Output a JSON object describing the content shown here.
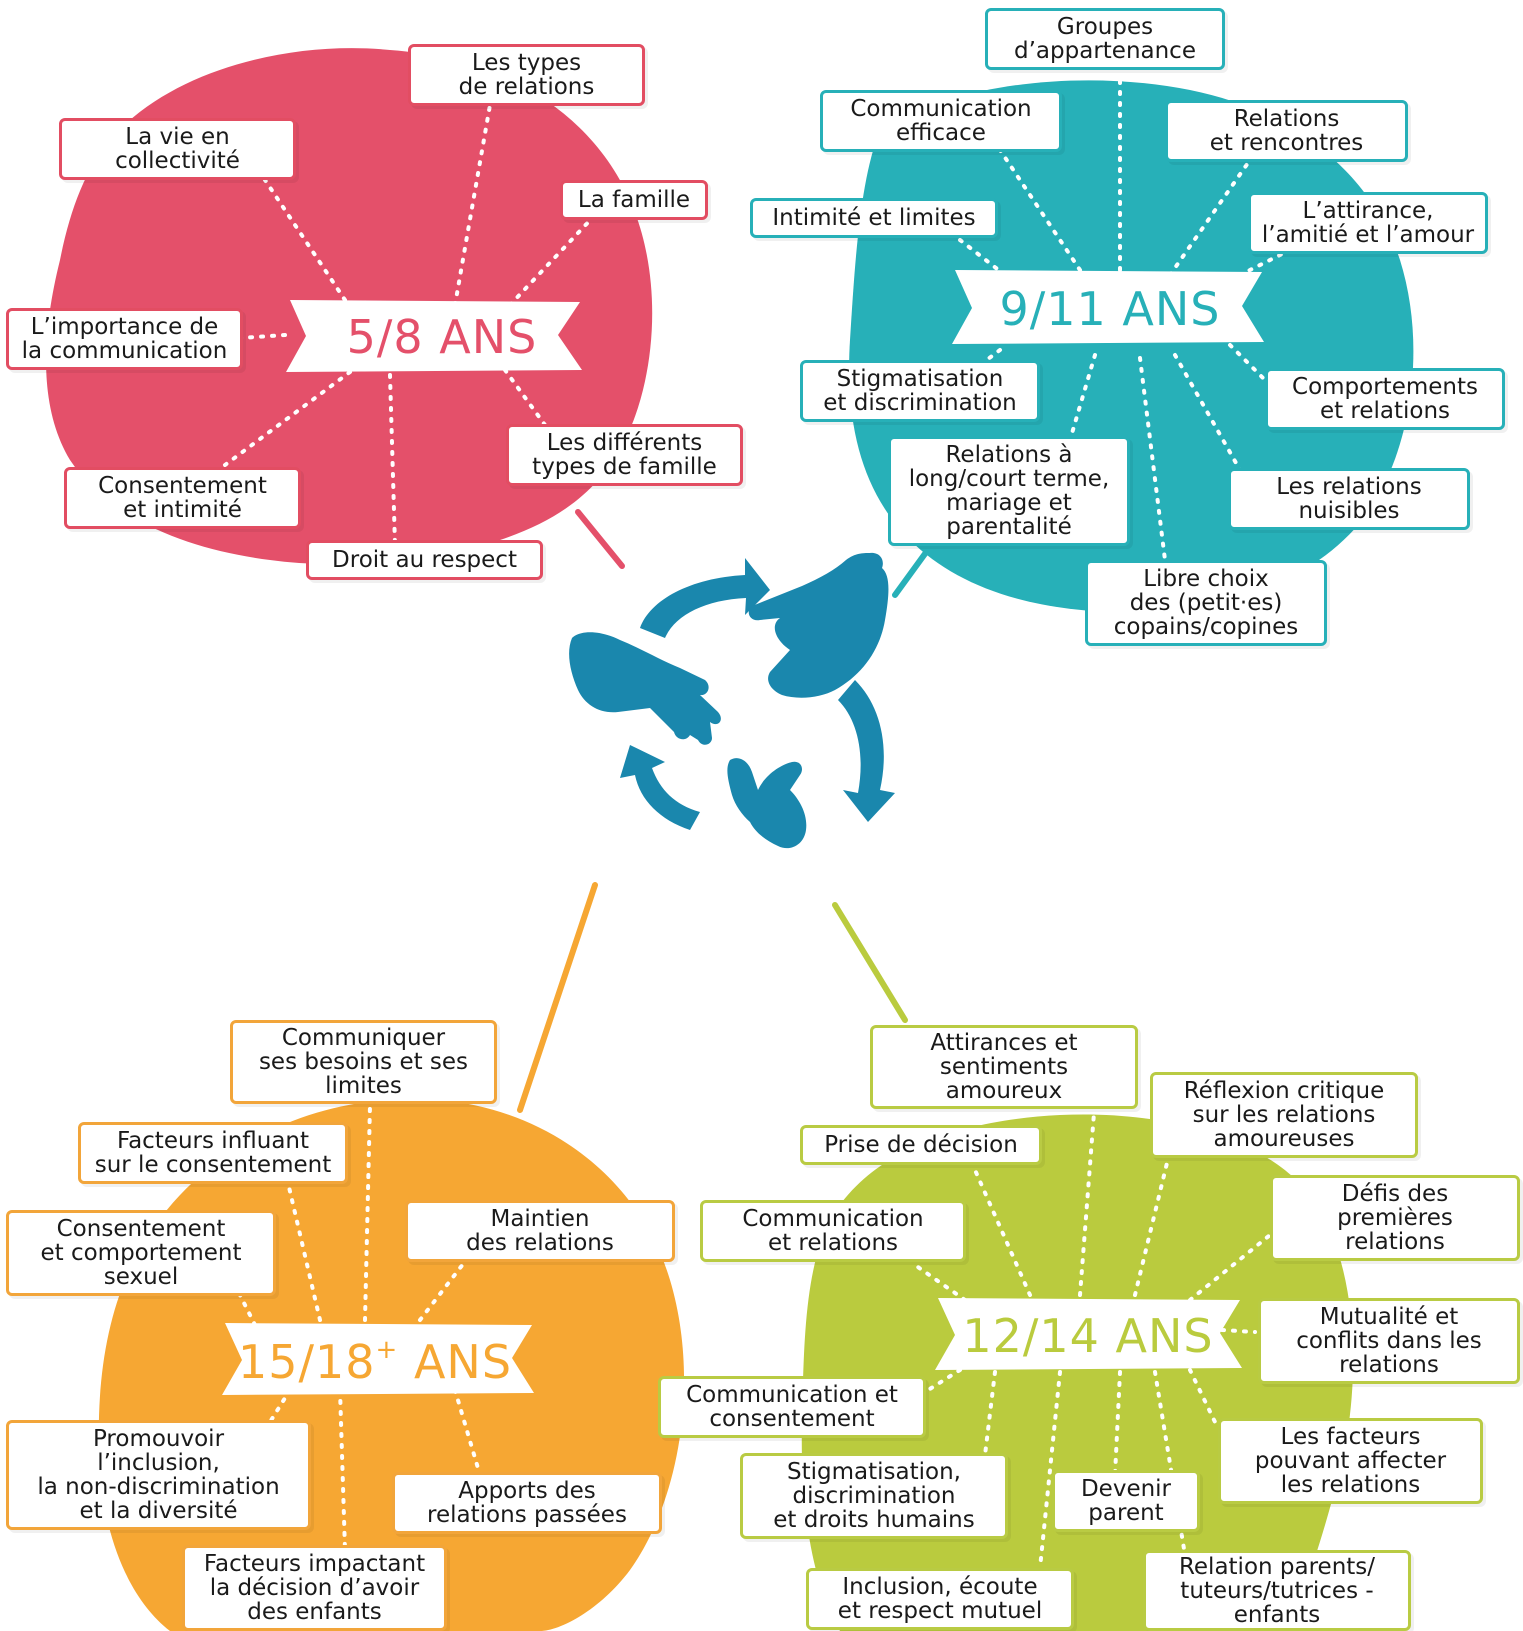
{
  "colors": {
    "red": "#e4506a",
    "teal": "#27b0b8",
    "orange": "#f6a733",
    "green": "#bacb3e",
    "hands": "#1a87ad"
  },
  "groups": {
    "g5_8": {
      "title": "5/8 ANS",
      "items": [
        "Les types\nde relations",
        "La vie en\ncollectivité",
        "La famille",
        "L’importance de\nla communication",
        "Les différents\ntypes de famille",
        "Consentement\net intimité",
        "Droit au respect"
      ]
    },
    "g9_11": {
      "title": "9/11 ANS",
      "items": [
        "Groupes\nd’appartenance",
        "Communication\nefficace",
        "Relations\net rencontres",
        "Intimité et limites",
        "L’attirance,\nl’amitié et l’amour",
        "Stigmatisation\net discrimination",
        "Comportements\net relations",
        "Relations à\nlong/court terme,\nmariage et\nparentalité",
        "Les relations\nnuisibles",
        "Libre choix\ndes (petit·es)\ncopains/copines"
      ]
    },
    "g15_18": {
      "title": "15/18",
      "title_sup": "+",
      "title_suffix": " ANS",
      "items": [
        "Communiquer\nses besoins et ses\nlimites",
        "Facteurs influant\nsur le consentement",
        "Consentement\net comportement\nsexuel",
        "Maintien\ndes relations",
        "Promouvoir\nl’inclusion,\nla non-discrimination\net la diversité",
        "Apports des\nrelations passées",
        "Facteurs impactant\nla décision d’avoir\ndes enfants"
      ]
    },
    "g12_14": {
      "title": "12/14 ANS",
      "items": [
        "Attirances et\nsentiments\namoureux",
        "Réflexion critique\nsur les relations\namoureuses",
        "Prise de décision",
        "Communication\net relations",
        "Défis des\npremières\nrelations",
        "Mutualité et\nconflits dans les\nrelations",
        "Communication et\nconsentement",
        "Les facteurs\npouvant affecter\nles relations",
        "Stigmatisation,\ndiscrimination\net droits humains",
        "Devenir\nparent",
        "Inclusion, écoute\net respect mutuel",
        "Relation parents/\ntuteurs/tutrices -\nenfants"
      ]
    }
  }
}
